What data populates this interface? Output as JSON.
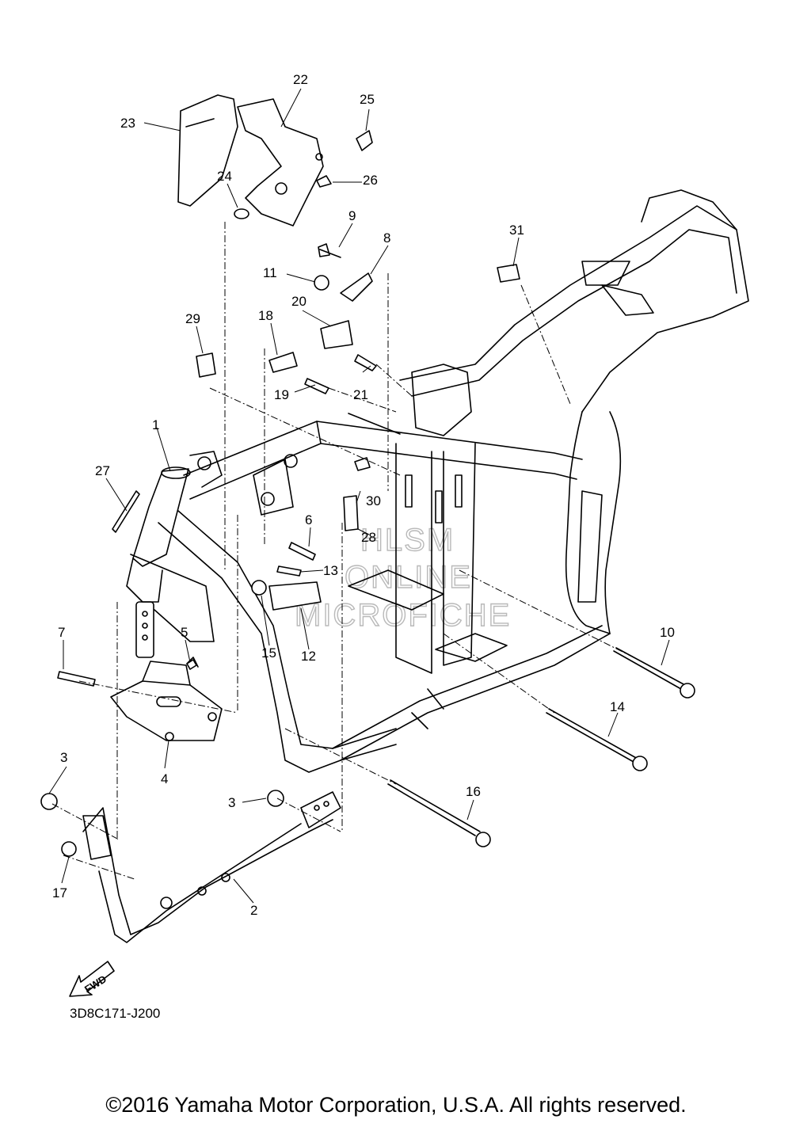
{
  "diagram": {
    "callouts": [
      "1",
      "2",
      "3",
      "3",
      "4",
      "5",
      "6",
      "7",
      "8",
      "9",
      "10",
      "11",
      "12",
      "13",
      "14",
      "15",
      "16",
      "17",
      "18",
      "19",
      "20",
      "21",
      "22",
      "23",
      "24",
      "25",
      "26",
      "27",
      "28",
      "29",
      "30",
      "31"
    ],
    "fwd_label": "FWD",
    "code": "3D8C171-J200",
    "watermark": [
      "HLSM",
      "ONLINE",
      "MICROFICHE"
    ],
    "copyright": "©2016 Yamaha Motor Corporation, U.S.A. All rights reserved."
  }
}
